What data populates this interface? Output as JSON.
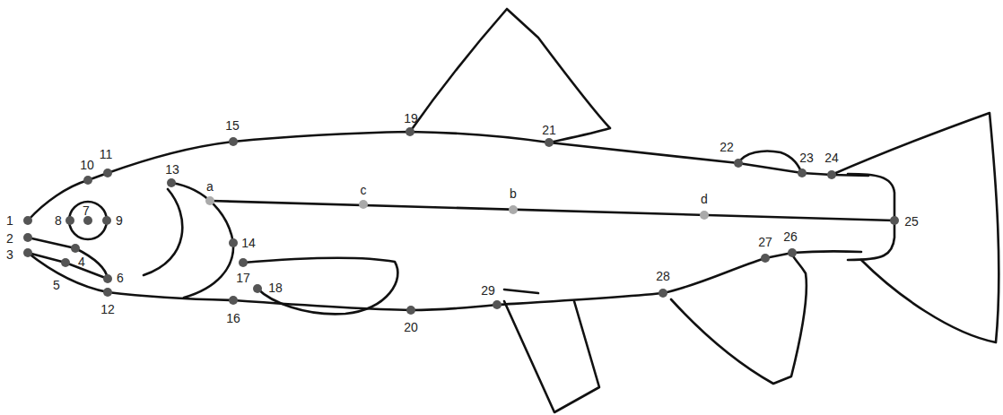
{
  "diagram": {
    "labels": [
      "1",
      "2",
      "3",
      "4",
      "5",
      "6",
      "7",
      "8",
      "9",
      "10",
      "11",
      "12",
      "13",
      "14",
      "15",
      "16",
      "17",
      "18",
      "19",
      "20",
      "21",
      "22",
      "23",
      "24",
      "25",
      "26",
      "27",
      "28",
      "29",
      "a",
      "c",
      "b",
      "d"
    ]
  }
}
